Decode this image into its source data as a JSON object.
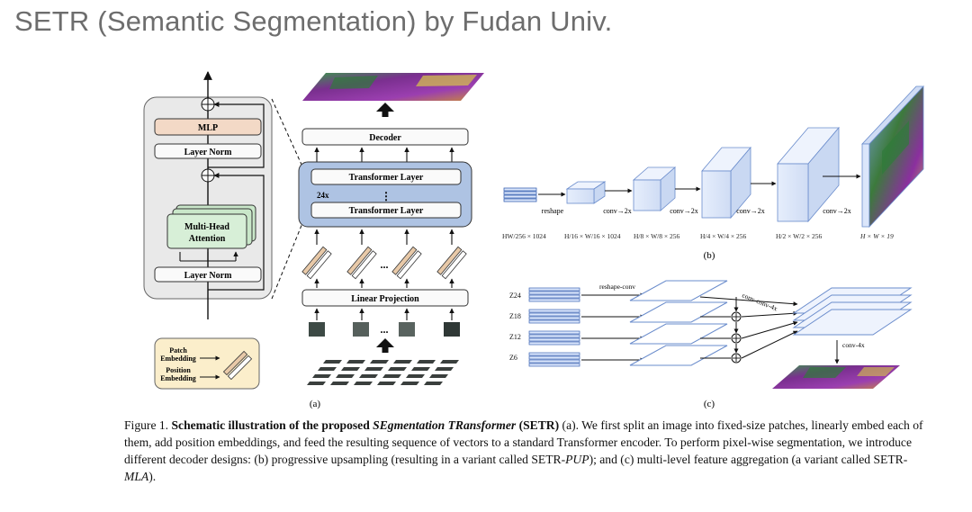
{
  "slide": {
    "title": "SETR (Semantic Segmentation) by Fudan Univ."
  },
  "figure": {
    "panel_a": {
      "mlp": "MLP",
      "layer_norm_top": "Layer Norm",
      "multi_head_1": "Multi-Head",
      "multi_head_2": "Attention",
      "layer_norm_bottom": "Layer Norm",
      "decoder": "Decoder",
      "transformer_layer_top": "Transformer Layer",
      "repeat": "24x",
      "transformer_layer_bottom": "Transformer Layer",
      "linear_projection": "Linear Projection",
      "ellipsis": "...",
      "legend_patch_1": "Patch",
      "legend_patch_2": "Embedding",
      "legend_position_1": "Position",
      "legend_position_2": "Embedding",
      "label": "(a)"
    },
    "panel_b": {
      "reshape": "reshape",
      "conv1": "conv→2x",
      "conv2": "conv→2x",
      "conv3": "conv→2x",
      "conv4": "conv→2x",
      "size0": "HW/256 × 1024",
      "size1": "H/16 × W/16 × 1024",
      "size2": "H/8 × W/8 × 256",
      "size3": "H/4 × W/4 × 256",
      "size4": "H/2 × W/2 × 256",
      "size5": "H × W × 19",
      "label": "(b)"
    },
    "panel_c": {
      "reshape_conv": "reshape-conv",
      "conv_conv_4x": "conv-conv-4x",
      "conv_4x": "conv-4x",
      "z24": "Z24",
      "z18": "Z18",
      "z12": "Z12",
      "z6": "Z6",
      "label": "(c)"
    }
  },
  "caption": {
    "prefix": "Figure 1. ",
    "bold1": "Schematic illustration of the proposed ",
    "bold_italic": "SEgmentation TRansformer",
    "bold2": " (SETR)",
    "text1": " (a). We first split an image into fixed-size patches, linearly embed each of them, add position embeddings, and feed the resulting sequence of vectors to a standard Transformer encoder. To perform pixel-wise segmentation, we introduce different decoder designs: (b) progressive upsampling (resulting in a variant called SETR-",
    "italic1": "PUP",
    "text2": "); and (c) multi-level feature aggregation (a variant called SETR-",
    "italic2": "MLA",
    "text3": ")."
  }
}
